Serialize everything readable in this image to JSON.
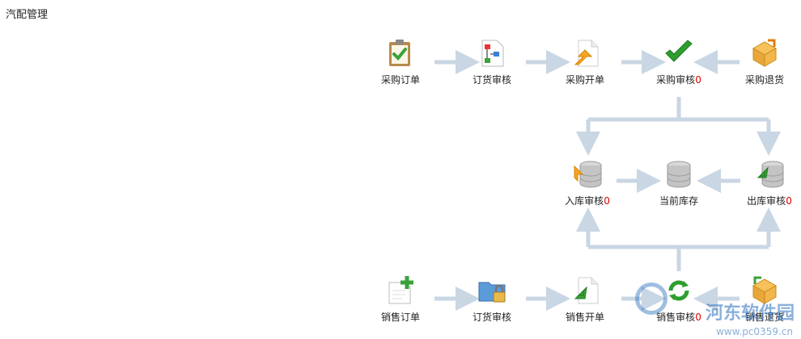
{
  "page": {
    "title": "汽配管理"
  },
  "nodes": {
    "purchase_order": {
      "label": "采购订单",
      "icon": "clipboard-check-icon"
    },
    "purchase_order_review": {
      "label": "订货审核",
      "icon": "flowchart-icon"
    },
    "purchase_invoice": {
      "label": "采购开单",
      "icon": "document-arrow-icon"
    },
    "purchase_review": {
      "label": "采购审核",
      "count": "0",
      "icon": "green-check-icon"
    },
    "purchase_return": {
      "label": "采购退货",
      "icon": "box-return-icon"
    },
    "stock_in_review": {
      "label": "入库审核",
      "count": "0",
      "icon": "database-in-icon"
    },
    "current_stock": {
      "label": "当前库存",
      "icon": "database-icon"
    },
    "stock_out_review": {
      "label": "出库审核",
      "count": "0",
      "icon": "database-out-icon"
    },
    "sales_order": {
      "label": "销售订单",
      "icon": "document-plus-icon"
    },
    "sales_order_review": {
      "label": "订货审核",
      "icon": "folder-lock-icon"
    },
    "sales_invoice": {
      "label": "销售开单",
      "icon": "document-down-icon"
    },
    "sales_review": {
      "label": "销售审核",
      "count": "0",
      "icon": "green-refresh-icon"
    },
    "sales_return": {
      "label": "销售退货",
      "icon": "box-return-icon"
    }
  },
  "watermark": {
    "text": "河东软件园",
    "url": "www.pc0359.cn"
  },
  "colors": {
    "connector": "#c9d6e3",
    "count": "#e00000"
  }
}
